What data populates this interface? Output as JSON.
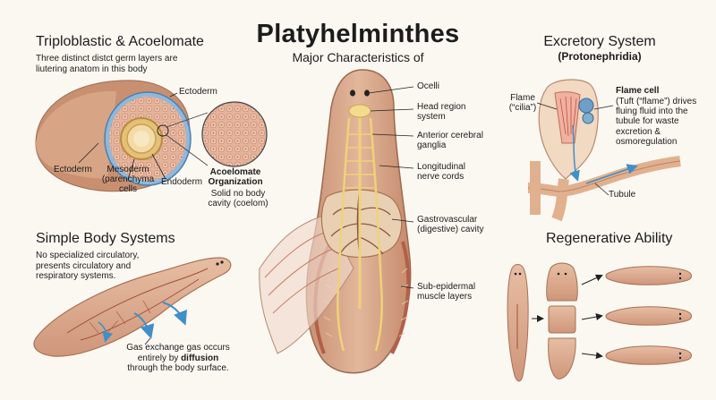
{
  "title": "Platyhelminthes",
  "subtitle": "Major Characteristics of",
  "triploblastic": {
    "heading": "Triploblastic & Acoelomate",
    "description": "Three distinct distct germ layers are liutering anatom in this body",
    "labels": {
      "ectoderm_top": "Ectoderm",
      "ectoderm_bottom": "Ectoderm",
      "mesoderm": "Mesoderm (parenchyma cells",
      "endoderm": "Endoderm",
      "acoelomate_title": "Acoelomate Organization",
      "acoelomate_desc": "Solid no body cavity (coelom)"
    }
  },
  "simple_systems": {
    "heading": "Simple Body Systems",
    "description": "No specialized circulatory, presents circulatory and respiratory systems.",
    "gas_text_1": "Gas exchange gas occurs entirely by",
    "gas_text_bold": "diffusion",
    "gas_text_2": "through the body surface."
  },
  "center_labels": {
    "ocelli": "Ocelli",
    "head_region": "Head region system",
    "cerebral_ganglia": "Anterior cerebral ganglia",
    "nerve_cords": "Longitudinal nerve cords",
    "gastrovascular": "Gastrovascular (digestive) cavity",
    "muscle_layers": "Sub-epidermal muscle layers"
  },
  "excretory": {
    "heading": "Excretory System",
    "subheading": "(Protonephridia)",
    "flame_label": "Flame (“cilia”)",
    "flame_cell_title": "Flame cell",
    "flame_cell_desc": "(Tuft (“flame”) drives fluing fluid into the tubule for waste excretion & osmoregulation",
    "tubule": "Tubule"
  },
  "regenerative": {
    "heading": "Regenerative Ability"
  },
  "icons": [
    "flatworm-body-illustration",
    "cross-section-illustration",
    "flame-cell-illustration",
    "arrow-icon"
  ],
  "colors": {
    "body": "#d9a98a",
    "body_dark": "#b97b5c",
    "muscle": "#c9745a",
    "nerve": "#efd27a",
    "ectoderm_blue": "#6e9fc9",
    "accent_arrow": "#3f8fc8"
  }
}
